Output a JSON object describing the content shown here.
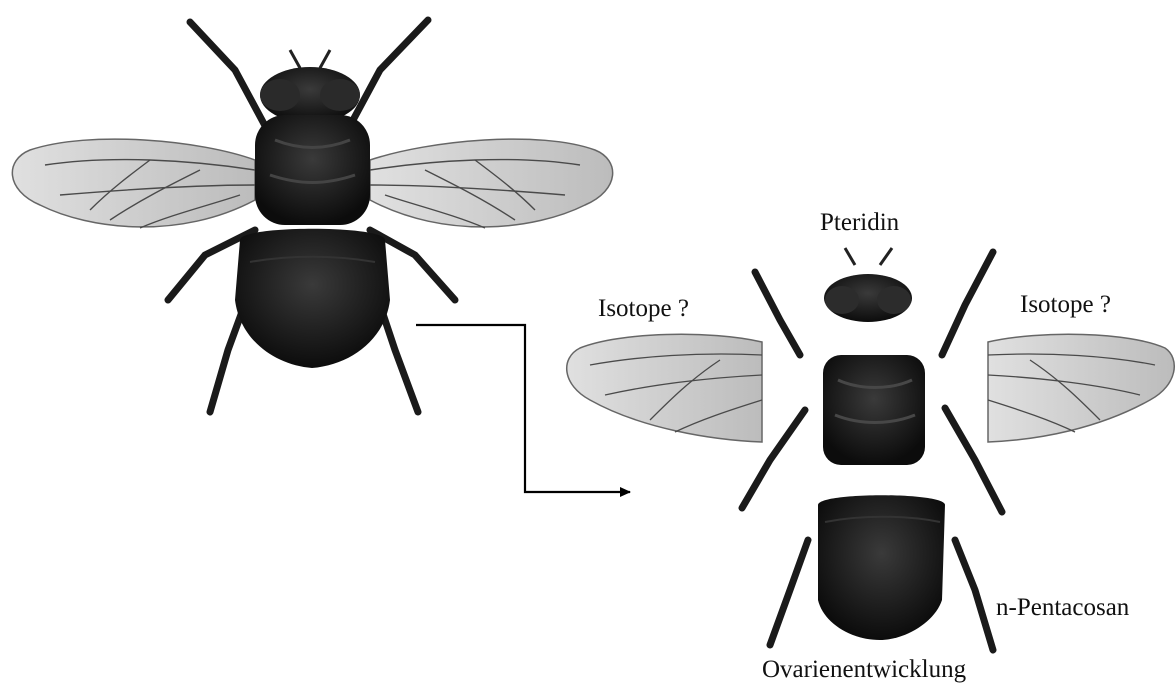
{
  "figure": {
    "whole_fly_icon": "whole-fly-illustration",
    "arrow_icon": "elbow-arrow",
    "dissected_fly_icon": "dissected-fly-illustration"
  },
  "labels": {
    "head": "Pteridin",
    "left_wing": "Isotope ?",
    "right_wing": "Isotope ?",
    "legs": "n-Pentacosan",
    "abdomen": "Ovarienentwicklung"
  },
  "colors": {
    "body": "#141414",
    "wing_fill": "#c9c9c9",
    "wing_vein": "#4a4a4a",
    "arrow": "#000000"
  }
}
